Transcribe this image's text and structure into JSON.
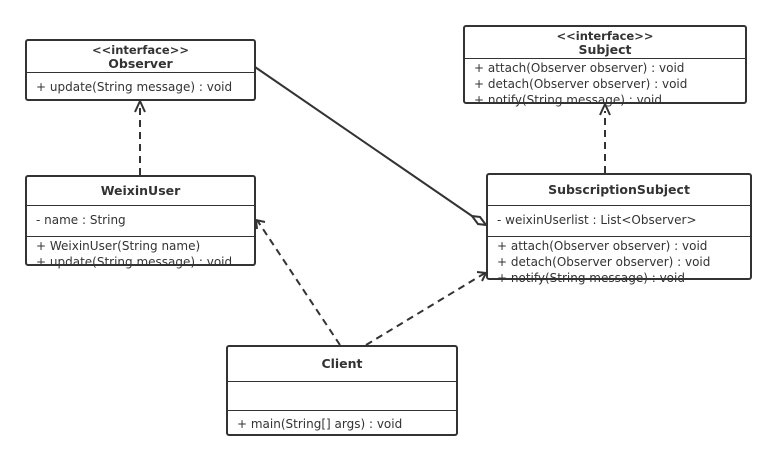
{
  "classes": {
    "observer": {
      "stereotype": "<<interface>>",
      "name": "Observer",
      "methods": [
        "+ update(String message) : void"
      ]
    },
    "subject": {
      "stereotype": "<<interface>>",
      "name": "Subject",
      "methods": [
        "+ attach(Observer observer) : void",
        "+ detach(Observer observer) : void",
        "+ notify(String message) : void"
      ]
    },
    "weixin_user": {
      "name": "WeixinUser",
      "attributes": [
        "- name : String"
      ],
      "methods": [
        "+ WeixinUser(String name)",
        "+ update(String message) : void"
      ]
    },
    "subscription_subject": {
      "name": "SubscriptionSubject",
      "attributes": [
        "- weixinUserlist : List<Observer>"
      ],
      "methods": [
        "+ attach(Observer observer) : void",
        "+ detach(Observer observer) : void",
        "+ notify(String message) : void"
      ]
    },
    "client": {
      "name": "Client",
      "attributes": [],
      "methods": [
        "+ main(String[] args) : void"
      ]
    }
  },
  "relations": [
    {
      "type": "realization",
      "from": "WeixinUser",
      "to": "Observer"
    },
    {
      "type": "realization",
      "from": "SubscriptionSubject",
      "to": "Subject"
    },
    {
      "type": "aggregation",
      "from": "SubscriptionSubject",
      "to": "Observer"
    },
    {
      "type": "dependency",
      "from": "Client",
      "to": "WeixinUser"
    },
    {
      "type": "dependency",
      "from": "Client",
      "to": "SubscriptionSubject"
    }
  ]
}
